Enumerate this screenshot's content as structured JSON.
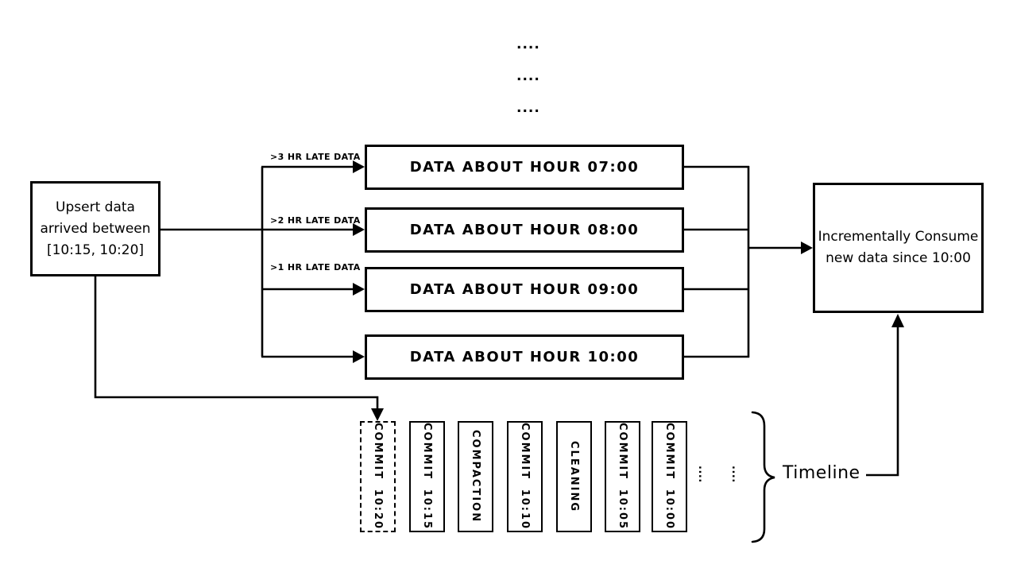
{
  "colors": {
    "ink": "#000000",
    "paper": "#ffffff"
  },
  "top_ellipsis": {
    "rows": [
      "....",
      "....",
      "...."
    ]
  },
  "upsert_box": {
    "lines": [
      "Upsert data",
      "arrived between",
      "[10:15, 10:20]"
    ]
  },
  "late_arrows": {
    "labels": [
      ">3 HR LATE DATA",
      ">2 HR LATE DATA",
      ">1 HR LATE DATA"
    ]
  },
  "data_boxes": {
    "labels": [
      "DATA ABOUT HOUR 07:00",
      "DATA ABOUT HOUR 08:00",
      "DATA ABOUT HOUR 09:00",
      "DATA ABOUT HOUR 10:00"
    ]
  },
  "consume_box": {
    "lines": [
      "Incrementally Consume",
      "new data since 10:00"
    ]
  },
  "timeline": {
    "commits": [
      "COMMIT 10:20",
      "COMMIT 10:15",
      "COMPACTION",
      "COMMIT 10:10",
      "CLEANING",
      "COMMIT 10:05",
      "COMMIT 10:00"
    ],
    "ellipsis": [
      "....",
      "...."
    ],
    "label": "Timeline"
  }
}
